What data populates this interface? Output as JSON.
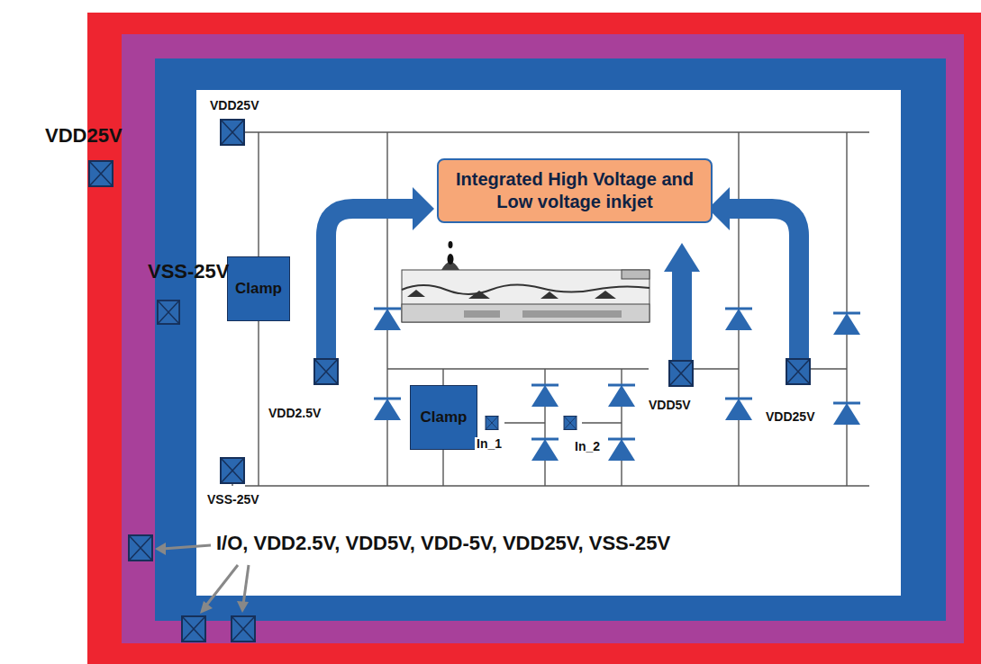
{
  "diagram": {
    "nodes": [
      {
        "text": [
          "Integrated High Voltage and Low voltage inkjet"
        ]
      },
      {
        "text": [
          "Clamp"
        ]
      },
      {
        "text": [
          "Clamp"
        ]
      }
    ],
    "labels": [
      "VDD25V",
      "VSS-25V",
      "VDD25V",
      "VDD2.5V",
      "In_1",
      "In_2",
      "VDD5V",
      "VDD25V",
      "VSS-25V",
      "I/O, VDD2.5V, VDD5V, VDD-5V, VDD25V, VSS-25V"
    ]
  }
}
